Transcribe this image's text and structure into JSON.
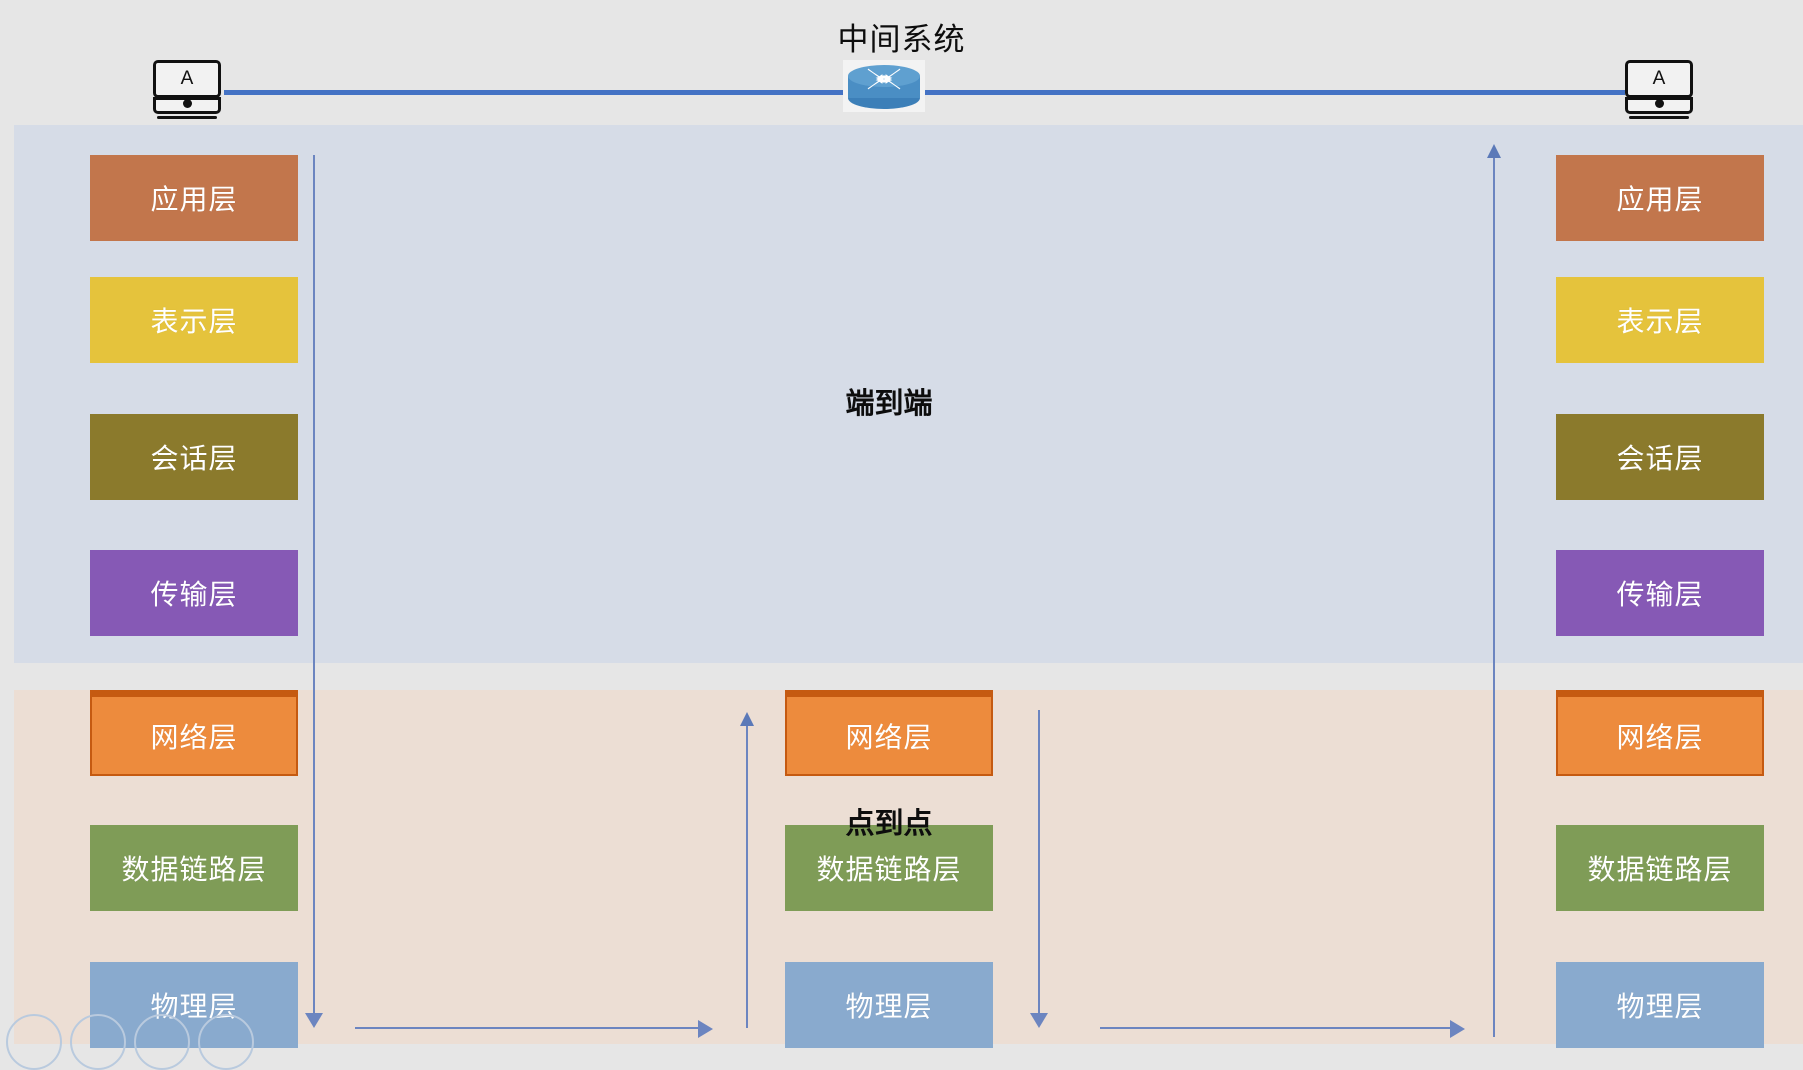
{
  "diagram": {
    "title": "中间系统",
    "labels": {
      "end_to_end": "端到端",
      "point_to_point": "点到点"
    },
    "hosts": [
      {
        "name": "host-left",
        "screen_text": "A"
      },
      {
        "name": "host-right",
        "screen_text": "A"
      }
    ],
    "router": {
      "icon": "router-icon"
    },
    "panels": {
      "end_to_end_color": "#d6dce7",
      "point_to_point_color": "#ecded4"
    },
    "link_color": "#4472c4",
    "arrow_color": "#6c85c0",
    "upper_layers": [
      {
        "label": "应用层",
        "color": "#c2764c"
      },
      {
        "label": "表示层",
        "color": "#e5c33c"
      },
      {
        "label": "会话层",
        "color": "#8b7a2c"
      },
      {
        "label": "传输层",
        "color": "#8659b5"
      }
    ],
    "lower_layers": [
      {
        "label": "网络层",
        "color": "#ed8b3d",
        "border": "#c55a11"
      },
      {
        "label": "数据链路层",
        "color": "#7f9c57",
        "border": ""
      },
      {
        "label": "物理层",
        "color": "#89aace",
        "border": ""
      }
    ],
    "middle_layers": [
      {
        "label": "网络层",
        "color": "#ed8b3d",
        "border": "#c55a11"
      },
      {
        "label": "数据链路层",
        "color": "#7f9c57",
        "border": ""
      },
      {
        "label": "物理层",
        "color": "#89aace",
        "border": ""
      }
    ]
  }
}
